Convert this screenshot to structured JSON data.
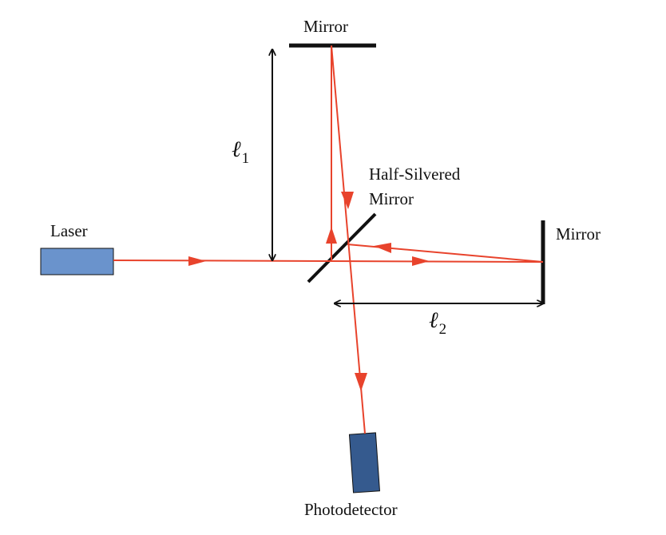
{
  "labels": {
    "laser": "Laser",
    "mirror_top": "Mirror",
    "mirror_right": "Mirror",
    "beam_splitter_line1": "Half-Silvered",
    "beam_splitter_line2": "Mirror",
    "photodetector": "Photodetector",
    "length_1_symbol": "ℓ",
    "length_1_subscript": "1",
    "length_2_symbol": "ℓ",
    "length_2_subscript": "2"
  },
  "colors": {
    "beam": "#e8432c",
    "laser_fill": "#6a93cc",
    "detector_fill": "#355a8e",
    "outline": "#111111",
    "background": "#ffffff"
  }
}
